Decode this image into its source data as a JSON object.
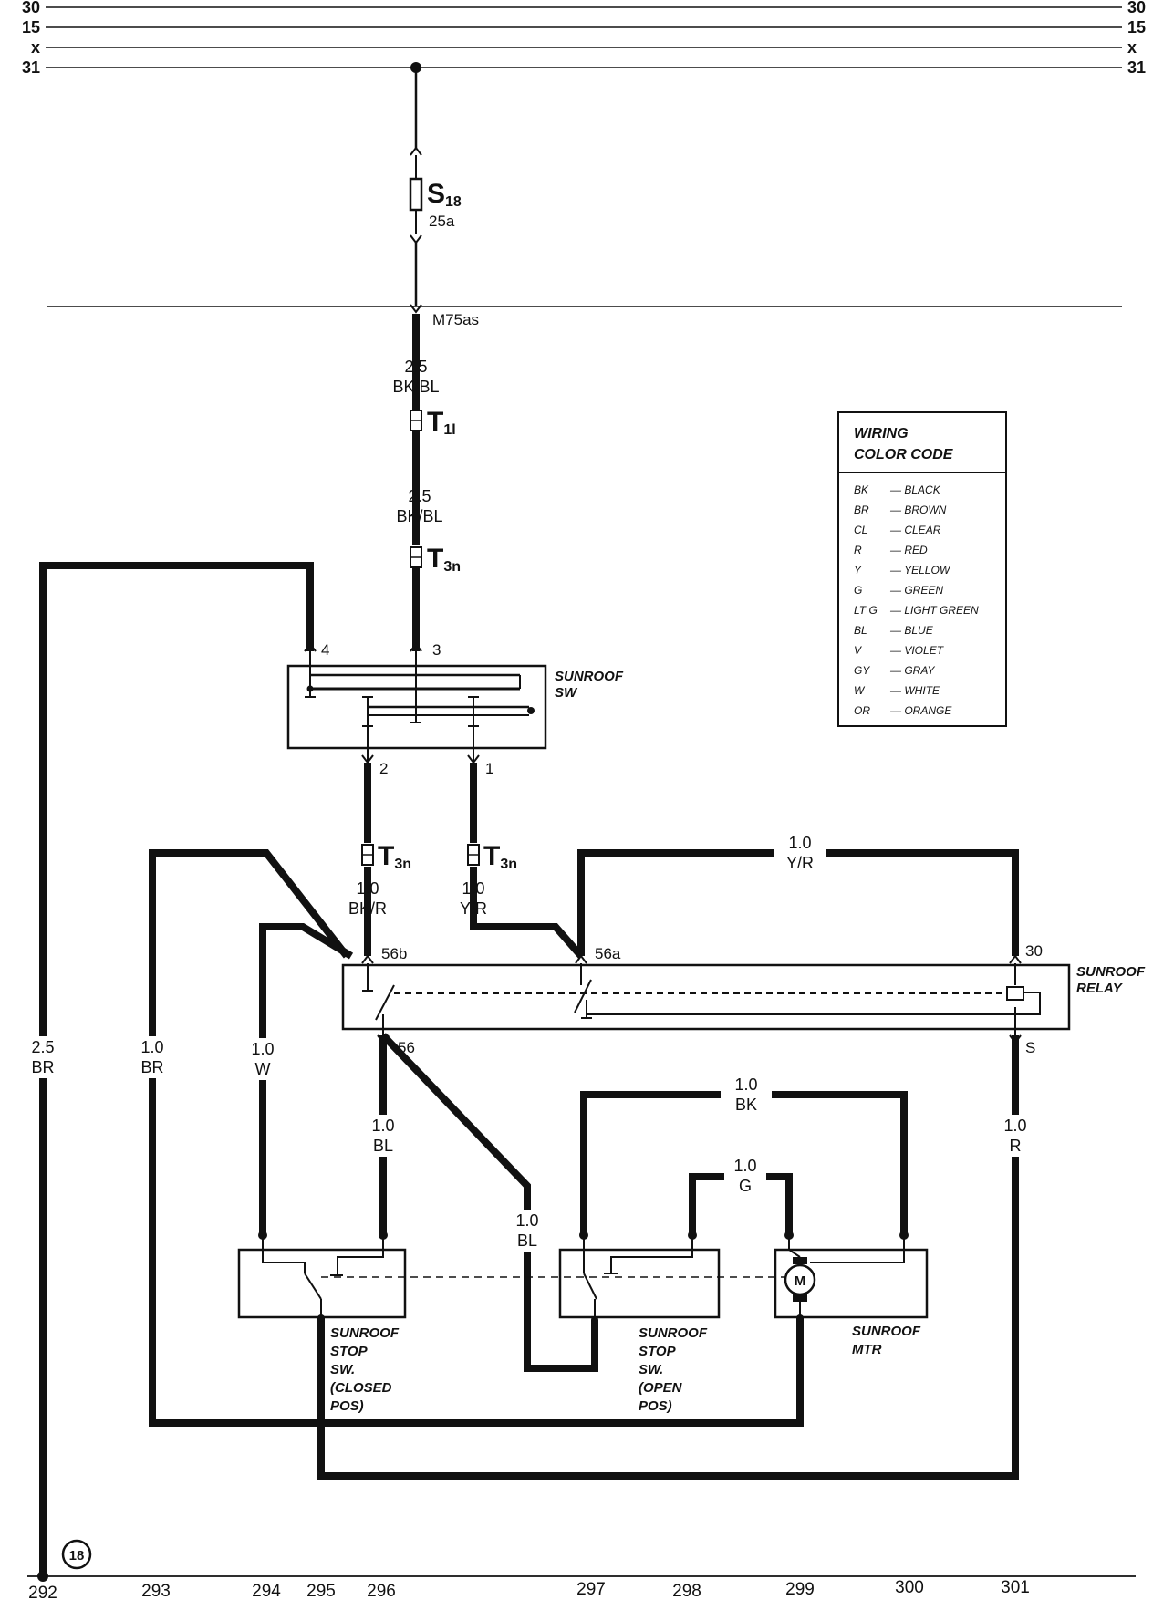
{
  "bus_lines": [
    {
      "left": "30",
      "right": "30"
    },
    {
      "left": "15",
      "right": "15"
    },
    {
      "left": "x",
      "right": "x"
    },
    {
      "left": "31",
      "right": "31"
    }
  ],
  "fuse": {
    "id": "S",
    "sub": "18",
    "rating": "25a"
  },
  "ground": {
    "id": "M75as"
  },
  "connectors": {
    "t1": {
      "id": "T",
      "sub": "1l"
    },
    "t3": {
      "id": "T",
      "sub": "3n"
    }
  },
  "wires": [
    {
      "gauge": "2.5",
      "color": "BK/BL"
    },
    {
      "gauge": "2.5",
      "color": "BK/BL"
    },
    {
      "gauge": "1.0",
      "color": "BK/R"
    },
    {
      "gauge": "1.0",
      "color": "Y/R"
    },
    {
      "gauge": "1.0",
      "color": "Y/R"
    },
    {
      "gauge": "2.5",
      "color": "BR"
    },
    {
      "gauge": "1.0",
      "color": "BR"
    },
    {
      "gauge": "1.0",
      "color": "W"
    },
    {
      "gauge": "1.0",
      "color": "BL"
    },
    {
      "gauge": "1.0",
      "color": "BL"
    },
    {
      "gauge": "1.0",
      "color": "BK"
    },
    {
      "gauge": "1.0",
      "color": "G"
    },
    {
      "gauge": "1.0",
      "color": "R"
    }
  ],
  "components": {
    "sunroof_sw": {
      "line1": "SUNROOF",
      "line2": "SW",
      "pins": [
        "4",
        "3",
        "2",
        "1"
      ]
    },
    "sunroof_relay": {
      "line1": "SUNROOF",
      "line2": "RELAY",
      "pins": [
        "56b",
        "56a",
        "30",
        "56",
        "S"
      ]
    },
    "stop_sw_closed": {
      "lines": [
        "SUNROOF",
        "STOP",
        "SW.",
        "(CLOSED",
        "POS)"
      ]
    },
    "stop_sw_open": {
      "lines": [
        "SUNROOF",
        "STOP",
        "SW.",
        "(OPEN",
        "POS)"
      ]
    },
    "motor": {
      "line1": "SUNROOF",
      "line2": "MTR",
      "symbol": "M"
    }
  },
  "legend": {
    "title1": "WIRING",
    "title2": "COLOR CODE",
    "entries": [
      {
        "code": "BK",
        "name": "BLACK"
      },
      {
        "code": "BR",
        "name": "BROWN"
      },
      {
        "code": "CL",
        "name": "CLEAR"
      },
      {
        "code": "R",
        "name": "RED"
      },
      {
        "code": "Y",
        "name": "YELLOW"
      },
      {
        "code": "G",
        "name": "GREEN"
      },
      {
        "code": "LT G",
        "name": "LIGHT GREEN"
      },
      {
        "code": "BL",
        "name": "BLUE"
      },
      {
        "code": "V",
        "name": "VIOLET"
      },
      {
        "code": "GY",
        "name": "GRAY"
      },
      {
        "code": "W",
        "name": "WHITE"
      },
      {
        "code": "OR",
        "name": "ORANGE"
      }
    ]
  },
  "ground_ref": "18",
  "track_numbers": [
    "292",
    "293",
    "294",
    "295",
    "296",
    "297",
    "298",
    "299",
    "300",
    "301"
  ],
  "colors": {
    "ink": "#111111",
    "paper": "#ffffff"
  }
}
